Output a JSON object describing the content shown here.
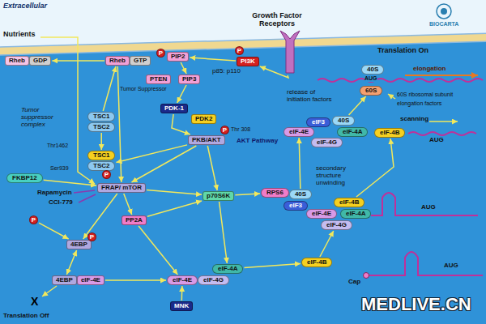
{
  "diagram": {
    "nodes": [
      {
        "text": [
          "Rheb"
        ]
      },
      {
        "text": [
          "GDP"
        ]
      },
      {
        "text": [
          "Rheb"
        ]
      },
      {
        "text": [
          "GTP"
        ]
      },
      {
        "text": [
          "P"
        ]
      },
      {
        "text": [
          "PIP2"
        ]
      },
      {
        "text": [
          "PI3K"
        ]
      },
      {
        "text": [
          "P"
        ]
      },
      {
        "text": [
          "PTEN"
        ]
      },
      {
        "text": [
          "PIP3"
        ]
      },
      {
        "text": [
          "TSC1"
        ]
      },
      {
        "text": [
          "TSC2"
        ]
      },
      {
        "text": [
          "PDK-1"
        ]
      },
      {
        "text": [
          "PDK2"
        ]
      },
      {
        "text": [
          "P"
        ]
      },
      {
        "text": [
          "PKB/AKT"
        ]
      },
      {
        "text": [
          "TSC1"
        ]
      },
      {
        "text": [
          "TSC2"
        ]
      },
      {
        "text": [
          "P"
        ]
      },
      {
        "text": [
          "FKBP12"
        ]
      },
      {
        "text": [
          "FRAP/ mTOR"
        ]
      },
      {
        "text": [
          "p70S6K"
        ]
      },
      {
        "text": [
          "PP2A"
        ]
      },
      {
        "text": [
          "P"
        ]
      },
      {
        "text": [
          "4EBP"
        ]
      },
      {
        "text": [
          "P"
        ]
      },
      {
        "text": [
          "4EBP"
        ]
      },
      {
        "text": [
          "eIF-4E"
        ]
      },
      {
        "text": [
          "eIF-4E"
        ]
      },
      {
        "text": [
          "eIF-4G"
        ]
      },
      {
        "text": [
          "eIF-4A"
        ]
      },
      {
        "text": [
          "MNK"
        ]
      },
      {
        "text": [
          "RPS6"
        ]
      },
      {
        "text": [
          "40S"
        ]
      },
      {
        "text": [
          "eIF3"
        ]
      },
      {
        "text": [
          "eIF-4E"
        ]
      },
      {
        "text": [
          "eIF3"
        ]
      },
      {
        "text": [
          "40S"
        ]
      },
      {
        "text": [
          "eIF-4A"
        ]
      },
      {
        "text": [
          "eIF-4G"
        ]
      },
      {
        "text": [
          "eIF-4B"
        ]
      },
      {
        "text": [
          "40S"
        ]
      },
      {
        "text": [
          "60S"
        ]
      },
      {
        "text": [
          "eIF-4B"
        ]
      },
      {
        "text": [
          "eIF-4E"
        ]
      },
      {
        "text": [
          "eIF-4A"
        ]
      },
      {
        "text": [
          "eIF-4G"
        ]
      },
      {
        "text": [
          "eIF-4B"
        ]
      },
      {
        "text": [
          "Growth Factor Receptors"
        ]
      }
    ],
    "edges": [
      {
        "from": 48,
        "to": 6,
        "arrow": "to"
      },
      {
        "from": 6,
        "to": 5,
        "arrow": "to"
      },
      {
        "from": 5,
        "to": 9,
        "arrow": "to"
      },
      {
        "from": 9,
        "to": 12,
        "arrow": "to"
      },
      {
        "from": 12,
        "to": 15,
        "arrow": "to"
      },
      {
        "from": 2,
        "to": 1,
        "arrow": "to"
      },
      {
        "from": 10,
        "to": 2,
        "arrow": "to"
      },
      {
        "from": 11,
        "to": 16,
        "arrow": "to"
      },
      {
        "from": 15,
        "to": 17,
        "arrow": "to"
      },
      {
        "from": 2,
        "to": 20,
        "arrow": "to"
      },
      {
        "from": 15,
        "to": 20,
        "arrow": "to"
      },
      {
        "from": 15,
        "to": 21,
        "arrow": "to"
      },
      {
        "from": 19,
        "to": 20,
        "arrow": "to"
      },
      {
        "from": 20,
        "to": 21,
        "arrow": "to"
      },
      {
        "from": 20,
        "to": 22,
        "arrow": "to"
      },
      {
        "from": 20,
        "to": 24,
        "arrow": "to"
      },
      {
        "from": 22,
        "to": 21,
        "arrow": "to"
      },
      {
        "from": 22,
        "to": 28,
        "arrow": "to"
      },
      {
        "from": 23,
        "to": 24,
        "arrow": "to"
      },
      {
        "from": 24,
        "to": 26,
        "arrow": "both"
      },
      {
        "from": 27,
        "to": 28,
        "arrow": "to"
      },
      {
        "from": 31,
        "to": 28,
        "arrow": "to"
      },
      {
        "from": 21,
        "to": 32,
        "arrow": "to"
      },
      {
        "from": 21,
        "to": 30,
        "arrow": "to"
      },
      {
        "from": 30,
        "to": 47,
        "arrow": "to"
      },
      {
        "from": 47,
        "to": 46,
        "arrow": "to"
      },
      {
        "from": 33,
        "to": 35,
        "arrow": "to"
      },
      {
        "from": 43,
        "to": 40,
        "arrow": "to"
      },
      {
        "from": 37,
        "to": 42,
        "arrow": "to"
      }
    ],
    "labels": [
      "Extracellular",
      "BIOCARTA",
      "Nutrients",
      "p85: p110",
      "Tumor Suppressor",
      "Tumor suppressor complex",
      "Thr1462",
      "Ser939",
      "Thr 308",
      "AKT Pathway",
      "Rapamycin",
      "CCI-779",
      "X",
      "Translation Off",
      "secondary structure unwinding",
      "scanning",
      "AUG",
      "release of initiation factors",
      "60S ribosomal subunit",
      "elongation factors",
      "Translation On",
      "AUG",
      "elongation",
      "AUG",
      "Cap",
      "AUG",
      "MEDLIVE.CN"
    ]
  }
}
